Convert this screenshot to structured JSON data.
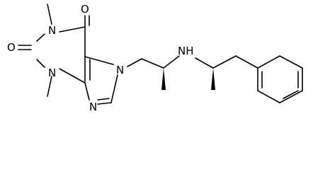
{
  "molecule": {
    "atoms": {
      "o1": "O",
      "o2": "O",
      "n1": "N",
      "n3": "N",
      "n7": "N",
      "n9": "N",
      "nh": "NH"
    }
  },
  "colors": {
    "ink": "#000000",
    "background": "#ffffff"
  }
}
